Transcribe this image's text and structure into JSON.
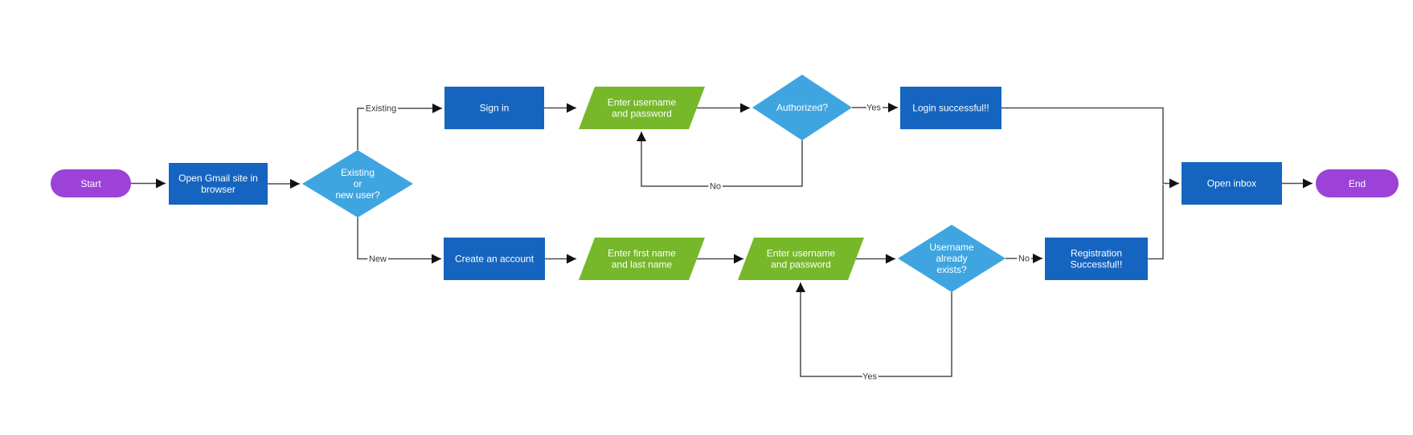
{
  "diagram": {
    "type": "flowchart",
    "colors": {
      "background": "#ffffff",
      "terminator_fill": "#9c42d8",
      "process_fill": "#1565c0",
      "decision_fill": "#3fa5e0",
      "io_fill": "#76b82a",
      "node_text": "#ffffff",
      "edge_line": "#4d4d4d",
      "arrowhead": "#111111",
      "edge_label_text": "#383838"
    },
    "nodes": {
      "start": {
        "type": "terminator",
        "label": "Start",
        "lines": [
          "Start"
        ]
      },
      "open_gmail": {
        "type": "process",
        "label": "Open Gmail site in browser",
        "lines": [
          "Open Gmail site in",
          "browser"
        ]
      },
      "existing_or_new": {
        "type": "decision",
        "label": "Existing or new user?",
        "lines": [
          "Existing",
          "or",
          "new user?"
        ]
      },
      "sign_in": {
        "type": "process",
        "label": "Sign in",
        "lines": [
          "Sign in"
        ]
      },
      "enter_credentials_signin": {
        "type": "input",
        "label": "Enter username and password",
        "lines": [
          "Enter username",
          "and password"
        ]
      },
      "authorized": {
        "type": "decision",
        "label": "Authorized?",
        "lines": [
          "Authorized?"
        ]
      },
      "login_successful": {
        "type": "process",
        "label": "Login successful!!",
        "lines": [
          "Login successful!!"
        ]
      },
      "create_account": {
        "type": "process",
        "label": "Create an account",
        "lines": [
          "Create an account"
        ]
      },
      "enter_name": {
        "type": "input",
        "label": "Enter first name and last name",
        "lines": [
          "Enter first name",
          "and last name"
        ]
      },
      "enter_credentials_register": {
        "type": "input",
        "label": "Enter username and password",
        "lines": [
          "Enter username",
          "and password"
        ]
      },
      "username_exists": {
        "type": "decision",
        "label": "Username already exists?",
        "lines": [
          "Username",
          "already",
          "exists?"
        ]
      },
      "registration_successful": {
        "type": "process",
        "label": "Registration Successful!!",
        "lines": [
          "Registration",
          "Successful!!"
        ]
      },
      "open_inbox": {
        "type": "process",
        "label": "Open inbox",
        "lines": [
          "Open inbox"
        ]
      },
      "end": {
        "type": "terminator",
        "label": "End",
        "lines": [
          "End"
        ]
      }
    },
    "edge_labels": {
      "existing": "Existing",
      "new": "New",
      "authorized_yes": "Yes",
      "authorized_no": "No",
      "exists_no": "No",
      "exists_yes": "Yes"
    }
  }
}
